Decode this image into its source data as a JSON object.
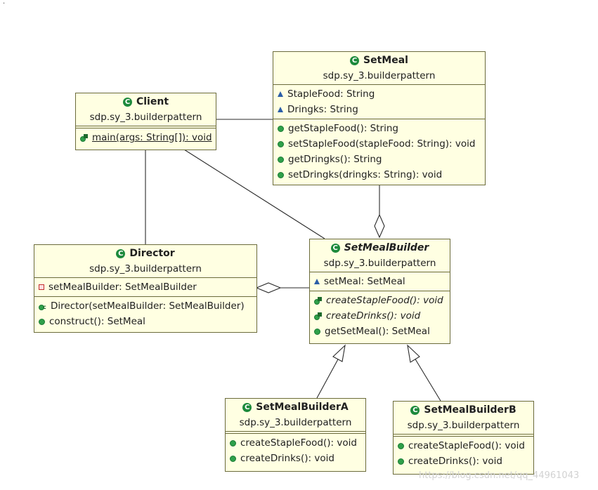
{
  "corner_mark": "·",
  "watermark": "https://blog.csdn.net/qq_44961043",
  "classes": {
    "setmeal": {
      "name": "SetMeal",
      "package": "sdp.sy_3.builderpattern",
      "fields": [
        {
          "icon": "package-visibility-triangle-icon",
          "text": "StapleFood: String"
        },
        {
          "icon": "package-visibility-triangle-icon",
          "text": "Dringks: String"
        }
      ],
      "methods": [
        {
          "icon": "public-method-dot-icon",
          "text": "getStapleFood(): String"
        },
        {
          "icon": "public-method-dot-icon",
          "text": "setStapleFood(stapleFood: String): void"
        },
        {
          "icon": "public-method-dot-icon",
          "text": "getDringks(): String"
        },
        {
          "icon": "public-method-dot-icon",
          "text": "setDringks(dringks: String): void"
        }
      ]
    },
    "client": {
      "name": "Client",
      "package": "sdp.sy_3.builderpattern",
      "methods": [
        {
          "icon": "static-method-icon",
          "text": "main(args: String[]): void"
        }
      ]
    },
    "director": {
      "name": "Director",
      "package": "sdp.sy_3.builderpattern",
      "fields": [
        {
          "icon": "private-field-square-icon",
          "text": "setMealBuilder: SetMealBuilder"
        }
      ],
      "methods": [
        {
          "icon": "constructor-icon",
          "text": "Director(setMealBuilder: SetMealBuilder)"
        },
        {
          "icon": "public-method-dot-icon",
          "text": "construct(): SetMeal"
        }
      ]
    },
    "setmealbuilder": {
      "name": "SetMealBuilder",
      "package": "sdp.sy_3.builderpattern",
      "fields": [
        {
          "icon": "package-visibility-triangle-icon",
          "text": "setMeal: SetMeal"
        }
      ],
      "methods": [
        {
          "icon": "abstract-method-icon",
          "text": "createStapleFood(): void"
        },
        {
          "icon": "abstract-method-icon",
          "text": "createDrinks(): void"
        },
        {
          "icon": "public-method-dot-icon",
          "text": "getSetMeal(): SetMeal"
        }
      ]
    },
    "setmealbuildera": {
      "name": "SetMealBuilderA",
      "package": "sdp.sy_3.builderpattern",
      "methods": [
        {
          "icon": "public-method-dot-icon",
          "text": "createStapleFood(): void"
        },
        {
          "icon": "public-method-dot-icon",
          "text": "createDrinks(): void"
        }
      ]
    },
    "setmealbuilderb": {
      "name": "SetMealBuilderB",
      "package": "sdp.sy_3.builderpattern",
      "methods": [
        {
          "icon": "public-method-dot-icon",
          "text": "createStapleFood(): void"
        },
        {
          "icon": "public-method-dot-icon",
          "text": "createDrinks(): void"
        }
      ]
    }
  },
  "colors": {
    "class_fill": "#ffffe2",
    "class_border": "#6b6b3c",
    "connector": "#2a2a2a",
    "class_icon": "#1d8a3c"
  }
}
